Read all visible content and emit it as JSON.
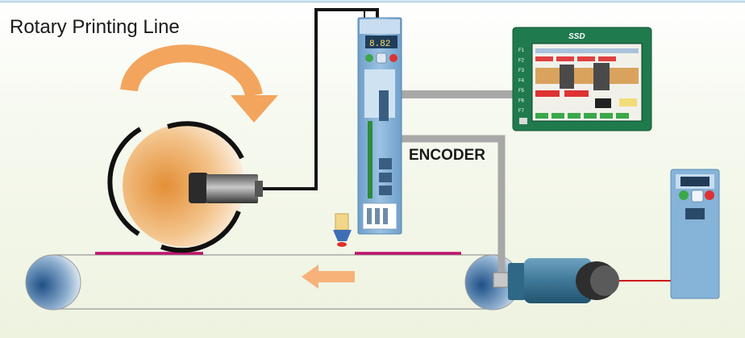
{
  "title": "Rotary Printing Line",
  "labels": {
    "encoder": "ENCODER"
  },
  "drive": {
    "display": "8.82"
  },
  "hmi": {
    "brand": "SSD",
    "function_keys": [
      "F1",
      "F2",
      "F3",
      "F4",
      "F5",
      "F6",
      "F7"
    ]
  },
  "colors": {
    "cable": "#151515",
    "signal_line": "#a8a8a8",
    "web_mark": "#c0126c",
    "arrow_orange": "#f3a55e",
    "laser": "#cc1111",
    "drive_body": "#86b3d8",
    "hmi_frame": "#1f7a4e"
  },
  "icons": [
    "rotation-arrow-icon",
    "web-direction-arrow-icon",
    "print-mark-sensor-icon"
  ]
}
